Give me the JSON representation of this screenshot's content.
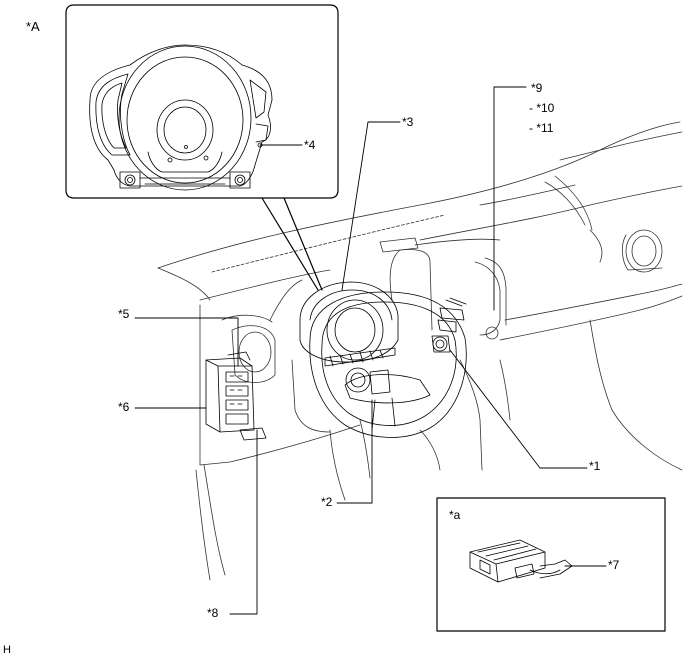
{
  "labels": {
    "view_a": "*A",
    "c1": "*1",
    "c2": "*2",
    "c3": "*3",
    "c4": "*4",
    "c5": "*5",
    "c6": "*6",
    "c7": "*7",
    "c8": "*8",
    "c9": "*9",
    "c10": "- *10",
    "c11": "- *11",
    "inset_a": "*a",
    "corner": "H"
  }
}
